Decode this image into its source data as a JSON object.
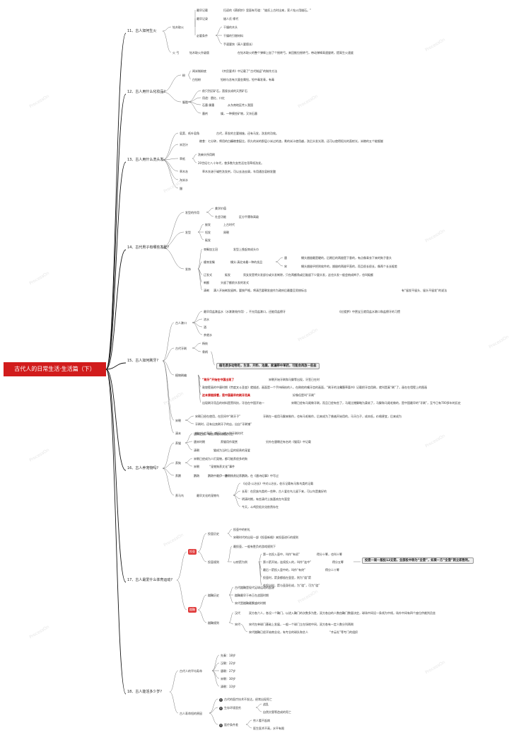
{
  "root": "古代人的日常生活·生活篇（下）",
  "watermark": "ProcessOn",
  "t11": {
    "title": "11、古人如何生火",
    "zqh": "钻木取火",
    "lz": "最早记载",
    "lz_t": "扫读的《燕帆钞》里面有写道：“燧氏上古时出来，家人钻火用燧石。”",
    "jz": "最早记录",
    "jz_t": "燧人氏 缘代",
    "bb": "必要条件",
    "bb1": "干燥的木头",
    "bb2": "干燥的引燃材料",
    "bb3": "手速要快（高人要擅长）",
    "hg": "火 弓",
    "hg_t": "钻木取火升级版",
    "hg_d": "在钻木取火的整个弹棒上加了个摇转弓，来回推拉摇转弓，带动弹棒高速旋转，提高生火速度"
  },
  "t12": {
    "title": "12、古人用什么化妆品?",
    "fen": "粉",
    "mf": "闻米制粉底",
    "mf_t": "《齐民要术》中记载了“古代制返”的制作方法",
    "qf": "白铅粉",
    "qf_t": "铅粉与含有大量金属铅，铅中毒发青，有毒",
    "yz": "胭脂",
    "dm": "黛墨",
    "dm1": "前只烈历矿石，直接长成的天然矿石",
    "dm2": "用途：唇红、口红",
    "dm3": "石墨·黛墨",
    "dm3_t": "从东南地区传入我国",
    "mo": "墨剂",
    "mo_t": "燥，一种摸些矿物，又块石墨"
  },
  "t13": {
    "title": "13、古人用什么洗头发",
    "i1": "皂荚、纸叶皂角",
    "i1_t": "古代，养发的主要措施，还有马发，洗发的功效。",
    "i2": "米泔汁",
    "i2_t": "粮食：七分钟，将用的白糠粮食配比，积久的米的那层小米过的渣，煮的米汁使用越，洗后头发光滑，还可以使得阳光的直射光，米粮的五个能细腻",
    "i3": "草纸",
    "i3_1": "洗麻头所用刷",
    "i3_2": "20世纪七八十年代，曾多数为女性还在用草纸洗发。",
    "i4": "草木灰",
    "i4_t": "草木灰溶于碱性洗发剂，可以去油去屑，车用通含皂粉发酸",
    "i5": "淘米水",
    "i6": "醋"
  },
  "t14": {
    "title": "14、古代男子有哪些发型?",
    "cc": "发型的作用",
    "cc1": "美学价值",
    "cc2": "社会功能",
    "cc2_t": "区分平庸和高级",
    "fx": "发型",
    "fx1": "披发",
    "fx1_t": "上古时代",
    "fx2": "短发",
    "fx2_t": "周朝",
    "fx3": "髡发",
    "fs": "发饰",
    "fs1": "束髻加立冠",
    "fs1_t": "发型上挽起束成头巾",
    "fs2": "缠束发髻",
    "fs2_t": "幞头·清北宋最一种的发品",
    "fs2a": "唐",
    "fs2a_t": "幞头翘翅最是硬的，后期后的两翅是下垂的，有点像青衣下来的狗子垂头",
    "fs2b": "宋",
    "fs2b_t": "幞头翘翅乎把则软件的，翘翅的两翅平直的，而且很长很长，像两个长长棍差",
    "fs3": "辽发式",
    "fs3_t": "髡发",
    "fs3_d": "男女发是将头发部分或头发剃除，只在两额角或后脑留下少量头发，这也头发一般会梳成辫子，也叫髡额",
    "fs4": "剃额",
    "fs4_t": "头留了额前头发的发式",
    "fs5": "清剃",
    "fs5_t": "满人开始剃发留辫，要按严格，将清舌要朝发放作为政府后最重至男统标志",
    "fs5_d": "有“留发不留头、留头不留发”的说法"
  },
  "t15": {
    "title": "15、古人如何刷牙?",
    "sy": "古人漱口",
    "sy_t": "最早用盐漱盐水（水漱漱效作用），不光用盐漱口，还能用盐擦牙",
    "sy_q": "《红楼梦》中贾宝玉就用盐水漱口和盐擦牙的习惯",
    "sy2": "浓水",
    "sy3": "酒",
    "sy4": "茶就水",
    "ys": "古代牙刷",
    "ys1": "杨枝",
    "ys2": "骨柄",
    "ys_box": "植毛原多动物毛，生漆、开料、池腐，家漏带中草药，可能会再放一些盐",
    "mgs": "植物刷编",
    "mgs1": "“刷牙”开始在中国出现了",
    "mgs1_t": "宋朝开始牙刷和马鬃等出现，牙签已在时",
    "mgs2": "敦煌壁画的中唐时期《劳度叉斗圣变》就描述，画面是一个手持杨枝的人，在刷他的嘴牙齿的画面，“刷牙的法象”",
    "mgs2_t": "《唐草藁书》记载把牙齿用刷，就叫是真“刷”了，画在在墙壁上的图画",
    "mgs3": "这本第链接看，是中国最早的刷牙用具",
    "mgs3_t": "好像但是叫“牙刷”",
    "mgs4": "出现刷牙用品的材料是黑科技，牙齿在中国开始一",
    "mgs4_t": "宋朝已经有马尾做牙刷，而且已经有些了，马尾比猪鬃略为柔软了，马鬃和马尾毛做的，是中国最早的“牙刷”，至今已有700多年的历史",
    "ys_s": "宋朝",
    "ys_s1": "宋朝已经在使用，在民间中“刷牙子”",
    "ys_s1_t": "牙刷在一般用马鬃来制作，也有马毛制作，后来成为了普遍开始用的，马牙白子，成本低，价格便宜，后来成为",
    "ys_s2": "牙刷时，还有出卖刷牙子的店，出自“牙刷铺”",
    "ys_m": "清末",
    "ys_m_t": "增加社会家庭，都可以进入到牙刷时代"
  },
  "t16": {
    "title": "16、古人养宠物吗?",
    "cm": "养猫",
    "cm1": "唐宋之前，有些养猫以捕鼠为主",
    "cm2": "唐宋时期",
    "cm2_t": "养猫用作观赏",
    "cm2_d": "另外在唐朝还有名的《猫苑》中记载",
    "cm3": "清朝",
    "cm3_t": "猫成为当时上层的权贵的宠爱",
    "cg": "养狗",
    "cg1": "宋朝已经成为人们宠物，都可能养很多的狗",
    "cg2": "宋朝",
    "cg2_t": "“宠物狗养文化”事件",
    "cy": "养鹦",
    "cy1": "鹦鹉",
    "cy1_t": "鹦鹉中最伊一种",
    "cy1_d": "唐朝杨贵妃养鹦鹉，在《唐诗纪事》中写过",
    "cmm": "养马鸟",
    "cmm_t": "最早文化的宠物鸟",
    "cmm1": "《论语·公冶长》中对公冶长，伯乐记载有马和鸟类的记载",
    "cmm2": "长寿：在民族鸟类的一些种，古人爱在鸟儿留下来，可以鸟是美好的",
    "cmm3": "明清时期，有些清代士族喜欢在鸟笼里",
    "cmm4": "今天，斗鸡民俗文化依然存在"
  },
  "t17": {
    "title": "17、古人最爱什么体育运动?",
    "tag1": "投壶",
    "tq1": "投壶历史",
    "tq1a": "投壶中的射礼",
    "tq1b": "宋朝时代的出现一部《投壶新格》来投壶进行的规则",
    "tq2": "投壶规则",
    "tq2a": "最投壶，一般有胜负的游戏规则下",
    "tq2b": "以射箭为例",
    "tq2b1": "第一名投入壶中，叫作“有初”",
    "tq2b1_t": "得分十筹，也叫十筹",
    "tq2b2": "第二箭开始，连续投入的，叫作“连中”",
    "tq2b2_t": "得分五筹",
    "tq2b3": "最后一箭投入壶中的，叫作“有终”",
    "tq2b3_t": "得分二十筹",
    "tq2_box": "投壶一局一般投12支箭，全部投中称为“全壶”，如果一方“全壶”则立即胜利。",
    "tq2c": "投壶时，箭身都插在壶里，则为“骁”箭",
    "tq2d": "若投出时，箭与壶身形成，为“骁”，可为“骁”",
    "tag2": "蹴鞠",
    "cj1": "蹴鞠历史",
    "cj1a": "古代蹴鞠是现代足球运动的起源",
    "cj1b": "蹴鞠最早于帝王在战国时期",
    "cj1c": "宋代是蹴鞠最繁盛的时期",
    "cj2": "蹴鞠规则",
    "cj2a": "汉代",
    "cj2a_t": "双方各六人，各设一个鞠门，以进入鞠门的次数多为胜，双方各自的人数由鞠门数量决定，球场中间设一条线为中线，场外中间有四个座位供裁判员坐",
    "cj2b": "宋代",
    "cj2b_t": "宋代在单球门基础上发展，一般一个球门立在场地中间，双方各有一定人数分列两侧",
    "cj2c": "宋代蹴鞠已经开始商业化，有专业的球队和艺人",
    "cj2c_t": "“齐云社”等专门的组织"
  },
  "t18": {
    "title": "18、古人能活多少岁?",
    "ag": "古代人的平均寿命",
    "ag1": "先秦：18岁",
    "ag2": "汉朝：22岁",
    "ag3": "唐朝：27岁",
    "ag4": "宋朝：30岁",
    "ag5": "清朝：33岁",
    "lf": "古人寿命短的原因",
    "lf1": "古代的医疗技术不发达，经常出现死亡",
    "lf2": "生存环境恶劣",
    "lf2a": "战乱",
    "lf2b": "自然灾害等造成的死亡",
    "lf3": "医疗条件差",
    "lf3a": "穷人看不起病",
    "lf3b": "医生医术不高，水平有限"
  }
}
